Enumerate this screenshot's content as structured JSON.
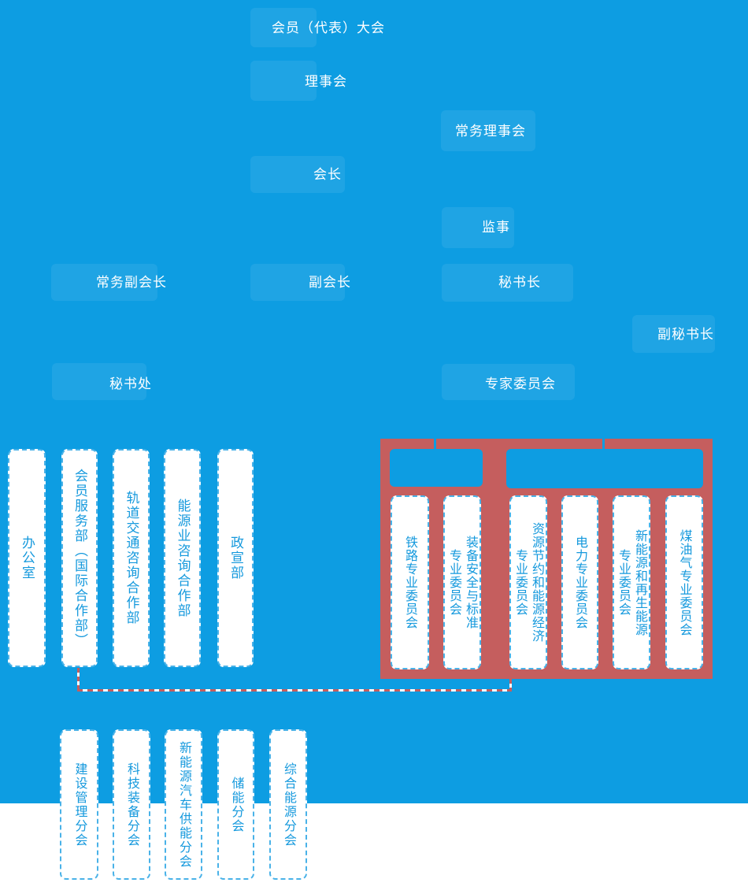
{
  "colors": {
    "background": "#0d9de2",
    "panel_red": "#c55e5e",
    "box_text": "#1599dd",
    "dashed_border": "#49b2e8",
    "label_text": "#ffffff"
  },
  "hierarchy": {
    "member_congress": "会员（代表）大会",
    "council": "理事会",
    "standing_council": "常务理事会",
    "president": "会长",
    "supervisor": "监事",
    "executive_vice_president": "常务副会长",
    "vice_president": "副会长",
    "secretary_general": "秘书长",
    "deputy_secretary_general": "副秘书长",
    "secretariat": "秘书处",
    "expert_committee": "专家委员会"
  },
  "departments": [
    "办公室",
    "会员服务部（国际合作部）",
    "轨道交通咨询合作部",
    "能源业咨询合作部",
    "政宣部"
  ],
  "committees": [
    "铁路专业委员会",
    "装备安全与标准\n专业委员会",
    "资源节约和能源经济\n专业委员会",
    "电力专业委员会",
    "新能源和再生能源\n专业委员会",
    "煤油气专业委员会"
  ],
  "branches": [
    "建设管理分会",
    "科技装备分会",
    "新能源汽车供能分会",
    "储能分会",
    "综合能源分会"
  ]
}
